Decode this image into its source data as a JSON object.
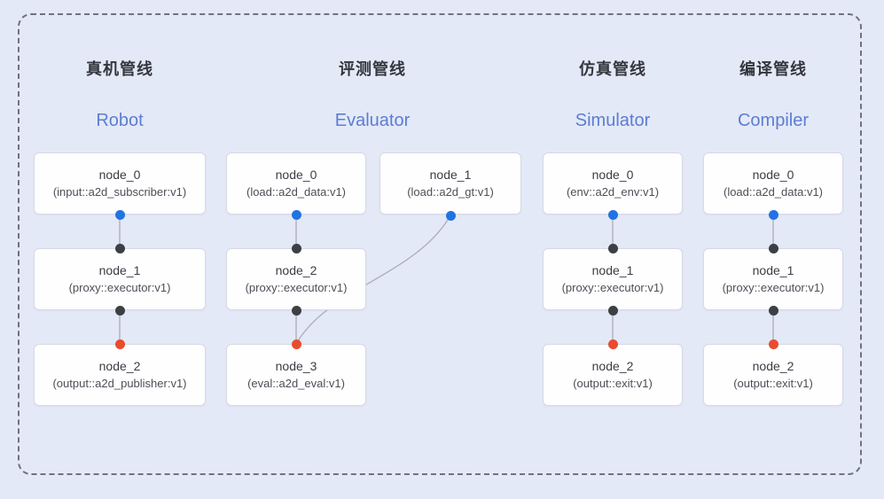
{
  "colors": {
    "background": "#e4e9f7",
    "frame_dash": "#6e737e",
    "accent_en_title": "#5b7ed2",
    "edge": "#a9aeb9",
    "port_source_blue": "#2273e2",
    "port_proxy_black": "#3d4043",
    "port_sink_red": "#ea4b2e",
    "node_bg": "#fefefe",
    "node_border": "#d6d9e1"
  },
  "pipelines": [
    {
      "key": "robot",
      "title_zh": "真机管线",
      "title_en": "Robot",
      "nodes": [
        {
          "name": "node_0",
          "impl": "(input::a2d_subscriber:v1)"
        },
        {
          "name": "node_1",
          "impl": "(proxy::executor:v1)"
        },
        {
          "name": "node_2",
          "impl": "(output::a2d_publisher:v1)"
        }
      ]
    },
    {
      "key": "evaluator",
      "title_zh": "评测管线",
      "title_en": "Evaluator",
      "nodes": [
        {
          "name": "node_0",
          "impl": "(load::a2d_data:v1)"
        },
        {
          "name": "node_1",
          "impl": "(load::a2d_gt:v1)"
        },
        {
          "name": "node_2",
          "impl": "(proxy::executor:v1)"
        },
        {
          "name": "node_3",
          "impl": "(eval::a2d_eval:v1)"
        }
      ]
    },
    {
      "key": "simulator",
      "title_zh": "仿真管线",
      "title_en": "Simulator",
      "nodes": [
        {
          "name": "node_0",
          "impl": "(env::a2d_env:v1)"
        },
        {
          "name": "node_1",
          "impl": "(proxy::executor:v1)"
        },
        {
          "name": "node_2",
          "impl": "(output::exit:v1)"
        }
      ]
    },
    {
      "key": "compiler",
      "title_zh": "编译管线",
      "title_en": "Compiler",
      "nodes": [
        {
          "name": "node_0",
          "impl": "(load::a2d_data:v1)"
        },
        {
          "name": "node_1",
          "impl": "(proxy::executor:v1)"
        },
        {
          "name": "node_2",
          "impl": "(output::exit:v1)"
        }
      ]
    }
  ]
}
